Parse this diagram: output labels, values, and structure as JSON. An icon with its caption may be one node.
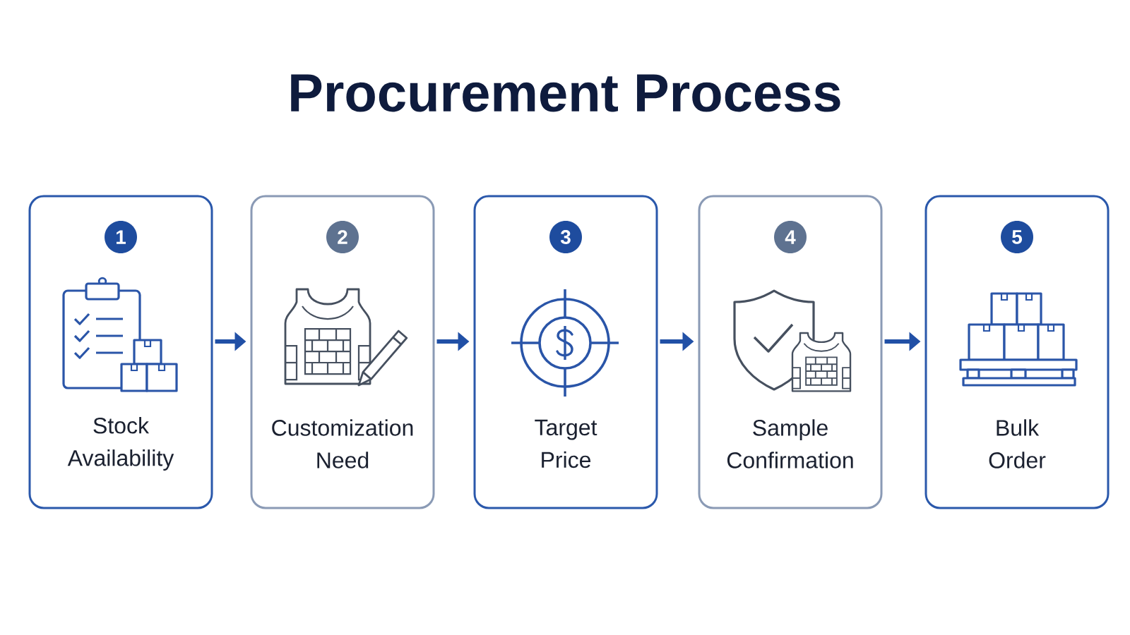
{
  "diagram": {
    "title": "Procurement Process",
    "nodes": [
      {
        "text": [
          "Stock Availability"
        ]
      },
      {
        "text": [
          "1"
        ],
        "in": 0
      },
      {
        "text": [
          "Customization Need"
        ]
      },
      {
        "text": [
          "2"
        ],
        "in": 2
      },
      {
        "text": [
          "Target Price"
        ]
      },
      {
        "text": [
          "3"
        ],
        "in": 4
      },
      {
        "text": [
          "Sample Confirmation"
        ]
      },
      {
        "text": [
          "4"
        ],
        "in": 6
      },
      {
        "text": [
          "Bulk Order"
        ]
      },
      {
        "text": [
          "5"
        ],
        "in": 8
      }
    ],
    "edges": [
      {
        "from": 0,
        "to": 2,
        "arrow": "to"
      },
      {
        "from": 2,
        "to": 4,
        "arrow": "to"
      },
      {
        "from": 4,
        "to": 6,
        "arrow": "to"
      },
      {
        "from": 6,
        "to": 8,
        "arrow": "to"
      }
    ]
  }
}
